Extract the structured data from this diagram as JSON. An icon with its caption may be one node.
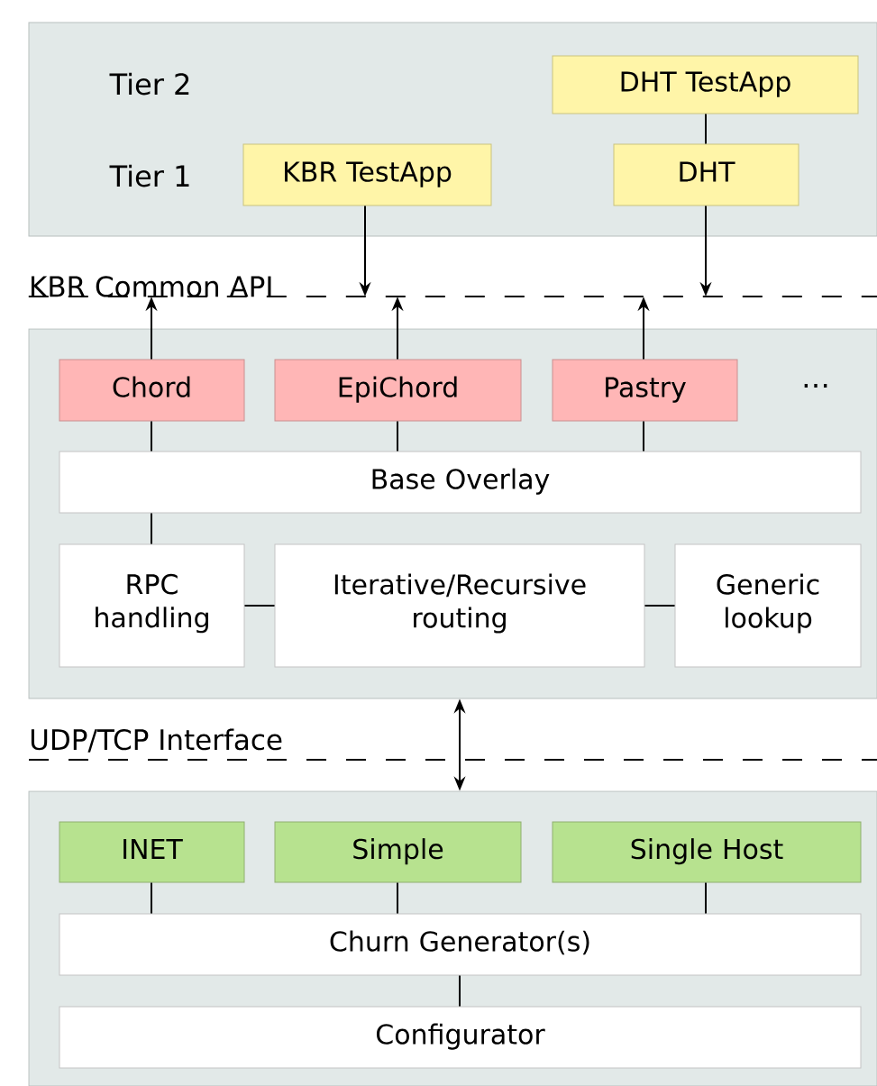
{
  "diagram": {
    "nodes": [
      {
        "text": [],
        "shape": "box"
      },
      {
        "text": [
          "DHT TestApp"
        ],
        "in": 0
      },
      {
        "text": [
          "KBR TestApp"
        ],
        "in": 0
      },
      {
        "text": [
          "DHT"
        ],
        "in": 0
      },
      {
        "text": [
          "KBR Common API"
        ]
      },
      {
        "text": [],
        "shape": "box"
      },
      {
        "text": [
          "Chord"
        ],
        "in": 5
      },
      {
        "text": [
          "EpiChord"
        ],
        "in": 5
      },
      {
        "text": [
          "Pastry"
        ],
        "in": 5
      },
      {
        "text": [
          "Base Overlay"
        ],
        "in": 5
      },
      {
        "text": [
          "RPC handling"
        ],
        "in": 5
      },
      {
        "text": [
          "Iterative/Recursive routing"
        ],
        "in": 5
      },
      {
        "text": [
          "Generic lookup"
        ],
        "in": 5
      },
      {
        "text": [
          "UDP/TCP Interface"
        ]
      },
      {
        "text": [],
        "shape": "box"
      },
      {
        "text": [
          "INET"
        ],
        "in": 14
      },
      {
        "text": [
          "Simple"
        ],
        "in": 14
      },
      {
        "text": [
          "Single Host"
        ],
        "in": 14
      },
      {
        "text": [
          "Churn Generator(s)"
        ],
        "in": 14
      },
      {
        "text": [
          "Configurator"
        ],
        "in": 14
      }
    ],
    "edges": [
      {
        "from": 1,
        "to": 3,
        "arrow": "none"
      },
      {
        "from": 2,
        "to": 4,
        "arrow": "to"
      },
      {
        "from": 3,
        "to": 4,
        "arrow": "to"
      },
      {
        "from": 6,
        "to": 4,
        "arrow": "to"
      },
      {
        "from": 7,
        "to": 4,
        "arrow": "to"
      },
      {
        "from": 8,
        "to": 4,
        "arrow": "to"
      },
      {
        "from": 6,
        "to": 9,
        "arrow": "none"
      },
      {
        "from": 7,
        "to": 9,
        "arrow": "none"
      },
      {
        "from": 8,
        "to": 9,
        "arrow": "none"
      },
      {
        "from": 9,
        "to": 10,
        "arrow": "none"
      },
      {
        "from": 10,
        "to": 11,
        "arrow": "none"
      },
      {
        "from": 11,
        "to": 12,
        "arrow": "none"
      },
      {
        "from": 5,
        "to": 14,
        "arrow": "both"
      },
      {
        "from": 15,
        "to": 18,
        "arrow": "none"
      },
      {
        "from": 16,
        "to": 18,
        "arrow": "none"
      },
      {
        "from": 17,
        "to": 18,
        "arrow": "none"
      },
      {
        "from": 18,
        "to": 19,
        "arrow": "none"
      }
    ],
    "labels": [
      "Tier 2",
      "Tier 1",
      "…"
    ]
  }
}
